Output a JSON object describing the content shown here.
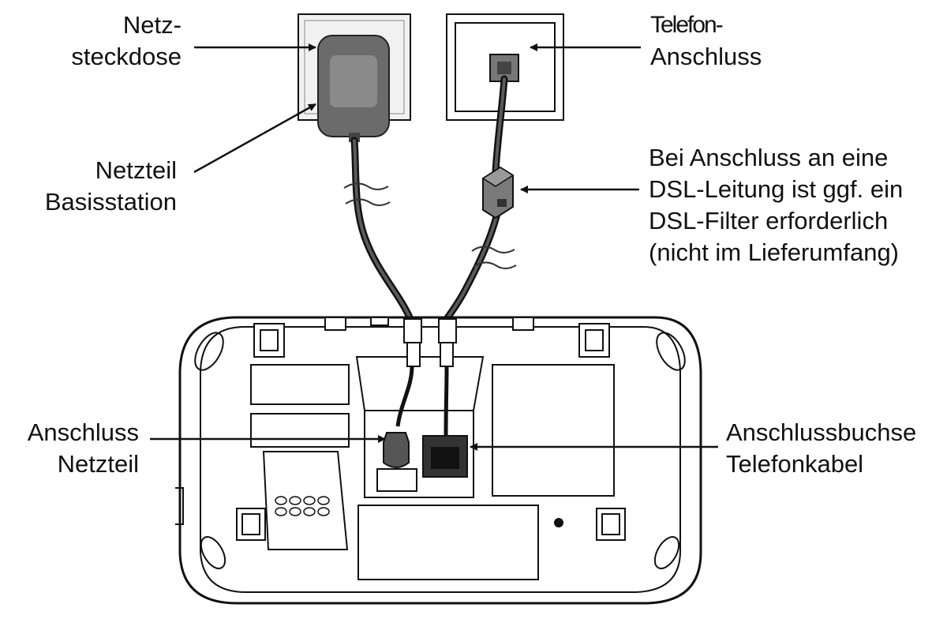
{
  "labels": {
    "netzsteckdose": [
      "Netz-",
      "steckdose"
    ],
    "telefon_anschluss": [
      "Telefon-",
      "Anschluss"
    ],
    "netzteil_basisstation": [
      "Netzteil",
      "Basisstation"
    ],
    "dsl_filter": [
      "Bei Anschluss an eine",
      "DSL-Leitung ist ggf. ein",
      "DSL-Filter erforderlich",
      "(nicht im Lieferumfang)"
    ],
    "anschluss_netzteil": [
      "Anschluss",
      "Netzteil"
    ],
    "anschlussbuchse_telefonkabel": [
      "Anschlussbuchse",
      "Telefonkabel"
    ]
  },
  "colors": {
    "line": "#111111",
    "adapter": "#6b6b6b",
    "adapter_front": "#8a8a8a",
    "socket_plate": "#f1f1f1",
    "filter": "#7a7a7a"
  }
}
